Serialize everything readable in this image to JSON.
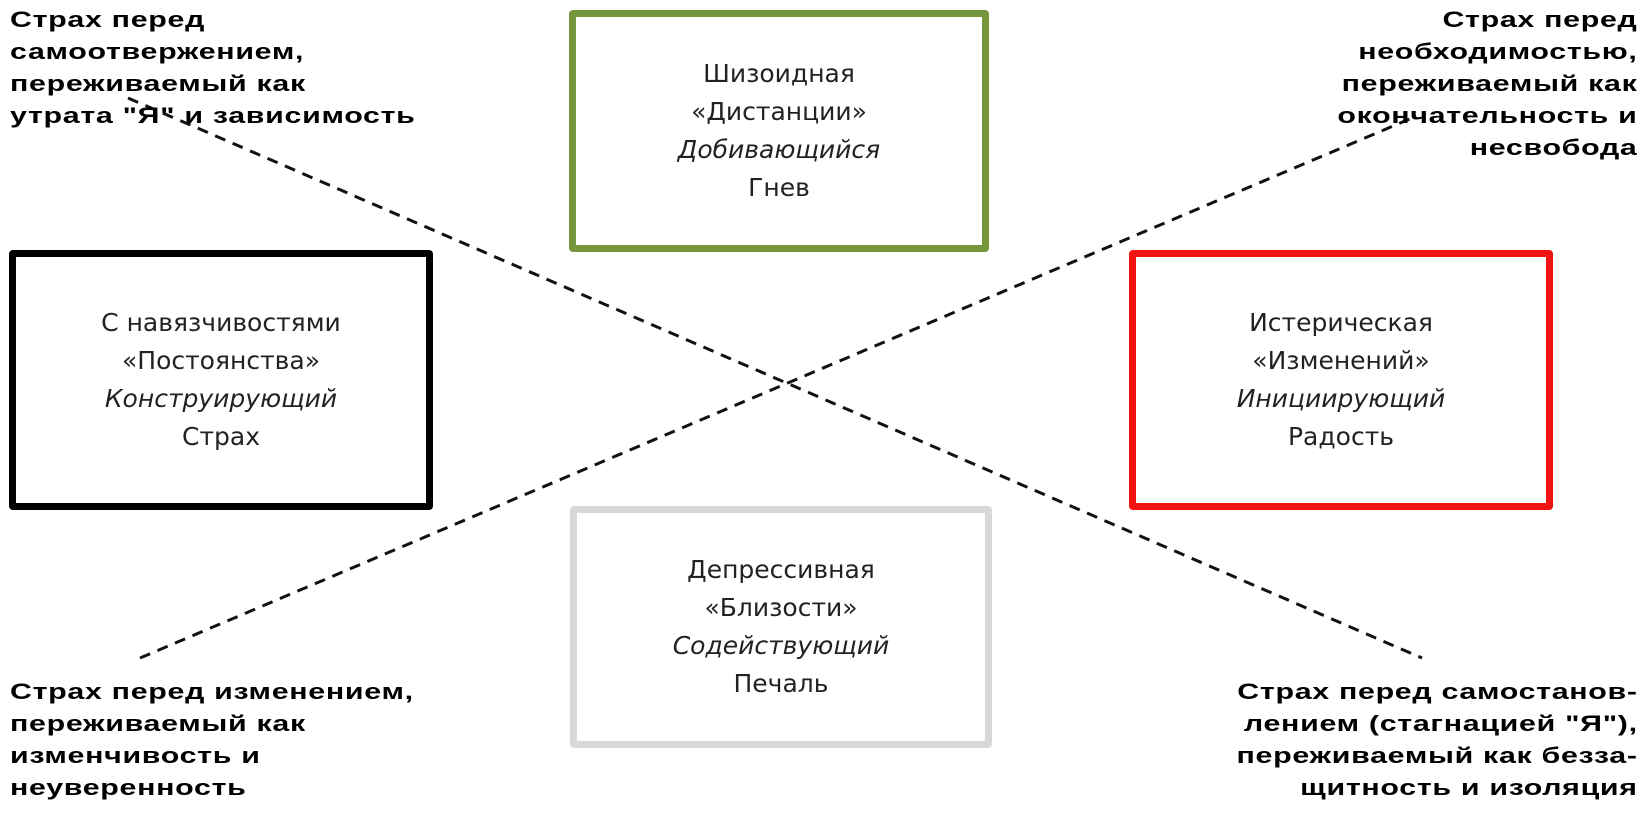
{
  "boxes": {
    "top": {
      "type": "Шизоидная",
      "theme": "«Дистанции»",
      "role": "Добивающийся",
      "emotion": "Гнев",
      "color": "#76963b"
    },
    "left": {
      "type": "С навязчивостями",
      "theme": "«Постоянства»",
      "role": "Конструирующий",
      "emotion": "Страх",
      "color": "#000000"
    },
    "right": {
      "type": "Истерическая",
      "theme": "«Изменений»",
      "role": "Инициирующий",
      "emotion": "Радость",
      "color": "#f31212"
    },
    "bottom": {
      "type": "Депрессивная",
      "theme": "«Близости»",
      "role": "Содействующий",
      "emotion": "Печаль",
      "color": "#d8d8d8"
    }
  },
  "corners": {
    "top_left": [
      "Страх перед",
      "самоотвержением,",
      "переживаемый как",
      "утрата \"Я\" и зависимость"
    ],
    "top_right": [
      "Страх перед",
      "необходимостью,",
      "переживаемый как",
      "окончательность и",
      "несвобода"
    ],
    "bottom_left": [
      "Страх перед изменением,",
      "переживаемый как",
      "изменчивость и",
      "неуверенность"
    ],
    "bottom_right": [
      "Страх перед самостанов-",
      "лением (стагнацией \"Я\"),",
      "переживаемый как безза-",
      "щитность и изоляция"
    ]
  }
}
